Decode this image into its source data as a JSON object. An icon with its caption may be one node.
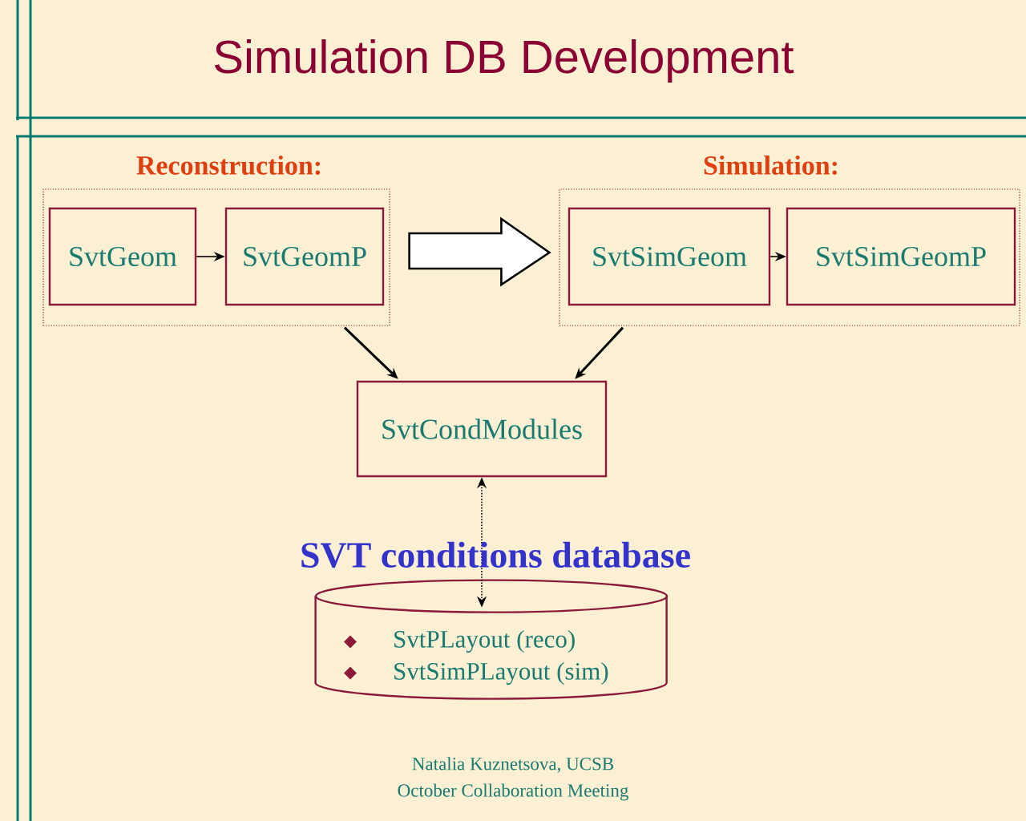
{
  "diagram": {
    "title": "Simulation DB Development",
    "nodes": [
      {
        "text": [
          "Reconstruction:"
        ]
      },
      {
        "text": [
          "SvtGeom"
        ],
        "in": 0
      },
      {
        "text": [
          "SvtGeomP"
        ],
        "in": 0
      },
      {
        "text": [
          "Simulation:"
        ]
      },
      {
        "text": [
          "SvtSimGeom"
        ],
        "in": 3
      },
      {
        "text": [
          "SvtSimGeomP"
        ],
        "in": 3
      },
      {
        "text": [
          "SvtCondModules"
        ]
      },
      {
        "text": [
          "SVT conditions database",
          "SvtPLayout (reco)",
          "SvtSimPLayout (sim)"
        ]
      }
    ],
    "edges": [
      {
        "from": 1,
        "to": 2,
        "arrow": "to"
      },
      {
        "from": 4,
        "to": 5,
        "arrow": "to"
      },
      {
        "from": 0,
        "to": 3,
        "arrow": "to",
        "style": "thick"
      },
      {
        "from": 0,
        "to": 6,
        "arrow": "to"
      },
      {
        "from": 3,
        "to": 6,
        "arrow": "to"
      },
      {
        "from": 6,
        "to": 7,
        "arrow": "both",
        "style": "dashed"
      }
    ],
    "labels": [
      "Natalia Kuznetsova, UCSB",
      "October Collaboration Meeting"
    ]
  }
}
